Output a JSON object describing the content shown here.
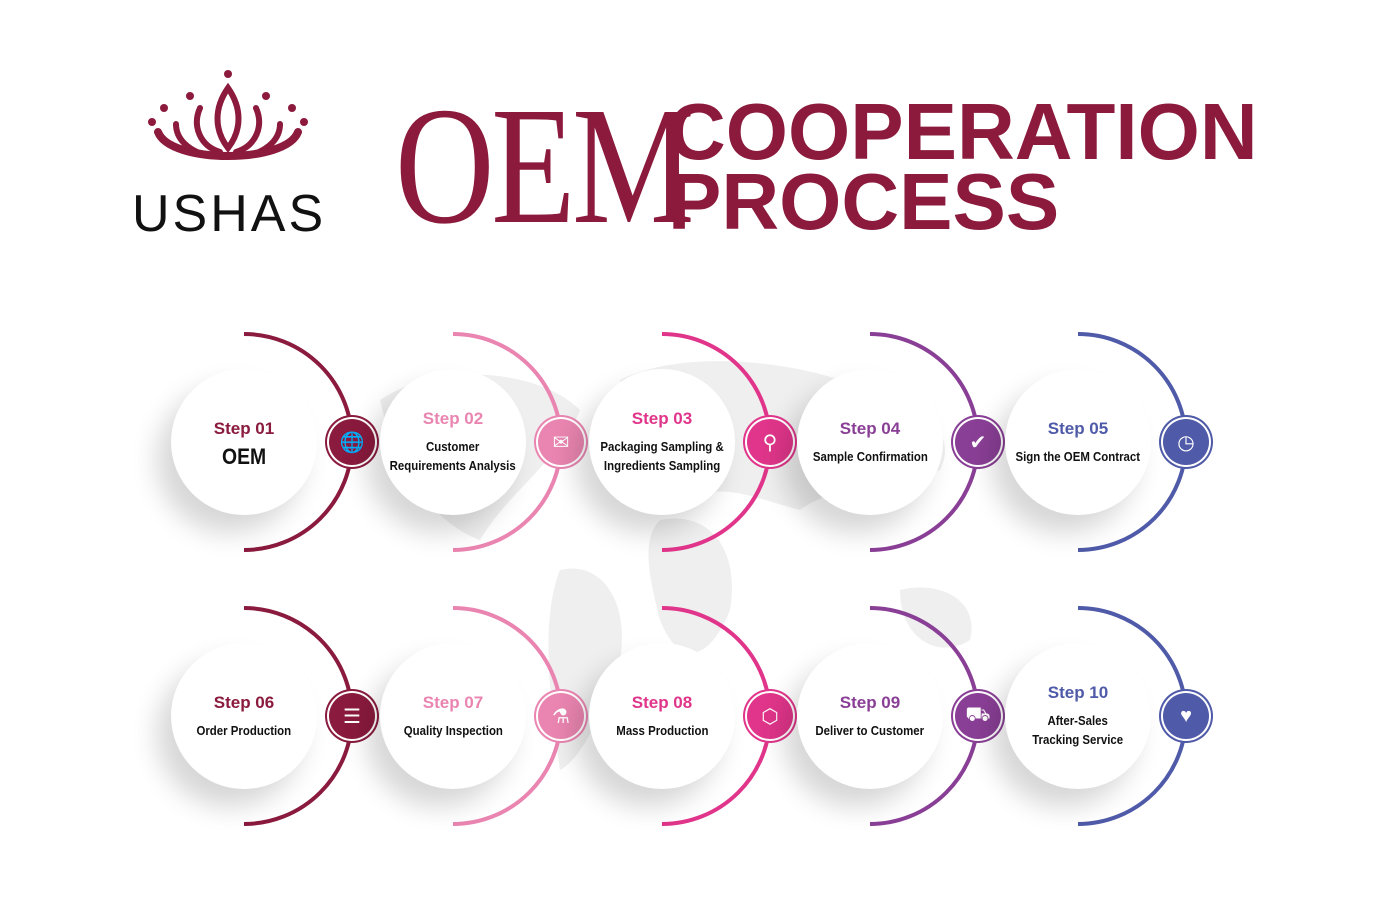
{
  "header": {
    "brand": "USHAS",
    "title_main": "OEM",
    "title_line1": "COOPERATION",
    "title_line2": "PROCESS"
  },
  "colors": {
    "title": "#8b1a3c",
    "columns": [
      "#8a1a3e",
      "#e985b0",
      "#e0358a",
      "#8a3f96",
      "#4f5aa8"
    ]
  },
  "steps": [
    {
      "step": "Step 01",
      "label": "OEM",
      "icon": "globe-icon",
      "glyph": "🌐"
    },
    {
      "step": "Step 02",
      "label": "Customer\nRequirements Analysis",
      "icon": "envelope-icon",
      "glyph": "✉"
    },
    {
      "step": "Step 03",
      "label": "Packaging Sampling &\nIngredients Sampling",
      "icon": "search-icon",
      "glyph": "⚲"
    },
    {
      "step": "Step 04",
      "label": "Sample Confirmation",
      "icon": "checkmark-icon",
      "glyph": "✔"
    },
    {
      "step": "Step 05",
      "label": "Sign the OEM Contract",
      "icon": "clock-icon",
      "glyph": "◷"
    },
    {
      "step": "Step 06",
      "label": "Order Production",
      "icon": "layers-icon",
      "glyph": "☰"
    },
    {
      "step": "Step 07",
      "label": "Quality Inspection",
      "icon": "flask-icon",
      "glyph": "⚗"
    },
    {
      "step": "Step 08",
      "label": "Mass Production",
      "icon": "box-icon",
      "glyph": "⬡"
    },
    {
      "step": "Step 09",
      "label": "Deliver to Customer",
      "icon": "delivery-truck-icon",
      "glyph": "⛟"
    },
    {
      "step": "Step 10",
      "label": "After-Sales\nTracking Service",
      "icon": "handshake-heart-icon",
      "glyph": "♥"
    }
  ]
}
